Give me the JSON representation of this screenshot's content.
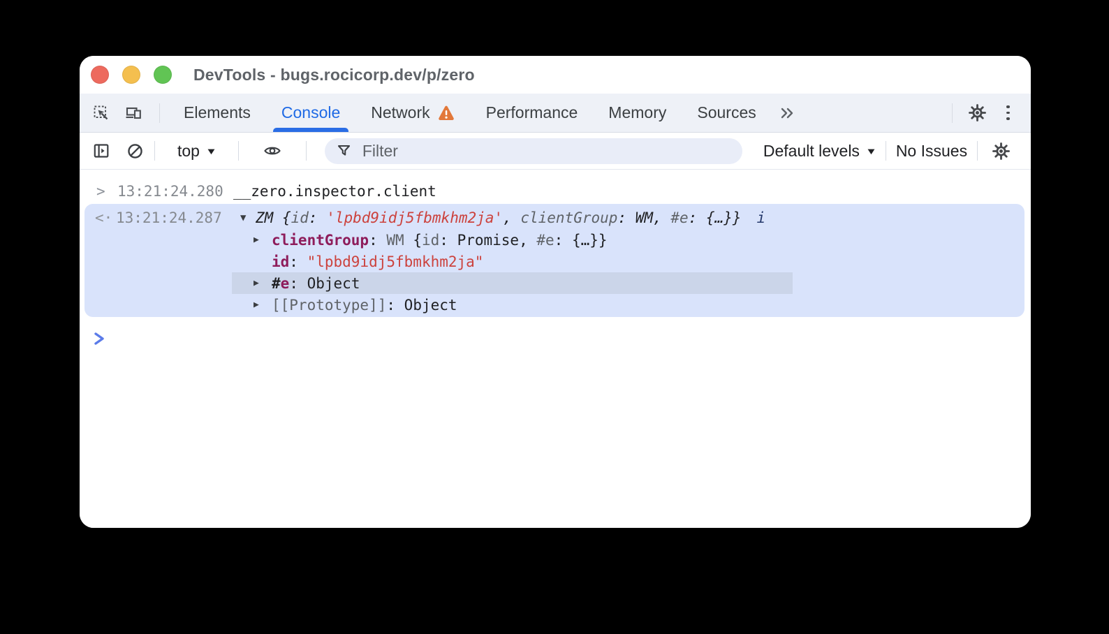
{
  "window": {
    "title": "DevTools - bugs.rocicorp.dev/p/zero"
  },
  "tabs": {
    "items": [
      "Elements",
      "Console",
      "Network",
      "Performance",
      "Memory",
      "Sources"
    ],
    "active": "Console"
  },
  "toolbar": {
    "context_label": "top",
    "dropdown_arrow": "▼",
    "filter_placeholder": "Filter",
    "levels_label": "Default levels",
    "issues_label": "No Issues"
  },
  "colors": {
    "accent_blue": "#2a6de5",
    "highlight_block_bg": "#d9e3fb",
    "highlight_row_bg": "#cbd5e9",
    "string_red": "#cc423d",
    "property_name": "#8e1c5b",
    "warning_orange": "#e2783a",
    "traffic_close": "#ed6a5e",
    "traffic_minimize": "#f4bf4f",
    "traffic_zoom": "#61c454"
  },
  "console": {
    "echo_row": {
      "marker": ">",
      "timestamp": "13:21:24.280",
      "message": "__zero.inspector.client"
    },
    "result_row": {
      "marker": "<·",
      "timestamp": "13:21:24.287",
      "caret": "▼",
      "info_badge": "i",
      "tokens": [
        {
          "t": "ZM ",
          "s": "plain ital"
        },
        {
          "t": "{",
          "s": "plain ital"
        },
        {
          "t": "id",
          "s": "faint ital"
        },
        {
          "t": ": ",
          "s": "plain ital"
        },
        {
          "t": "'lpbd9idj5fbmkhm2ja'",
          "s": "str ital"
        },
        {
          "t": ", ",
          "s": "plain ital"
        },
        {
          "t": "clientGroup",
          "s": "faint ital"
        },
        {
          "t": ": ",
          "s": "plain ital"
        },
        {
          "t": "WM",
          "s": "plain ital"
        },
        {
          "t": ", ",
          "s": "plain ital"
        },
        {
          "t": "#e",
          "s": "faint ital"
        },
        {
          "t": ": ",
          "s": "plain ital"
        },
        {
          "t": "{…}",
          "s": "plain ital"
        },
        {
          "t": "}",
          "s": "plain ital"
        }
      ]
    },
    "child_rows": [
      {
        "caret": "▶",
        "tokens": [
          {
            "t": "clientGroup",
            "s": "key"
          },
          {
            "t": ": ",
            "s": "plain"
          },
          {
            "t": "WM ",
            "s": "faint"
          },
          {
            "t": "{",
            "s": "plain"
          },
          {
            "t": "id",
            "s": "faint"
          },
          {
            "t": ": ",
            "s": "plain"
          },
          {
            "t": "Promise",
            "s": "plain"
          },
          {
            "t": ", ",
            "s": "plain"
          },
          {
            "t": "#e",
            "s": "faint"
          },
          {
            "t": ": ",
            "s": "plain"
          },
          {
            "t": "{…}",
            "s": "plain"
          },
          {
            "t": "}",
            "s": "plain"
          }
        ]
      },
      {
        "caret": "",
        "tokens": [
          {
            "t": "id",
            "s": "key"
          },
          {
            "t": ": ",
            "s": "plain"
          },
          {
            "t": "\"lpbd9idj5fbmkhm2ja\"",
            "s": "str"
          }
        ]
      },
      {
        "caret": "▶",
        "tokens": [
          {
            "t": "#",
            "s": "plain bold"
          },
          {
            "t": "e",
            "s": "key"
          },
          {
            "t": ": ",
            "s": "plain"
          },
          {
            "t": "Object",
            "s": "plain"
          }
        ]
      },
      {
        "caret": "▶",
        "tokens": [
          {
            "t": "[[Prototype]]",
            "s": "faint"
          },
          {
            "t": ": ",
            "s": "plain"
          },
          {
            "t": "Object",
            "s": "plain"
          }
        ]
      }
    ]
  }
}
